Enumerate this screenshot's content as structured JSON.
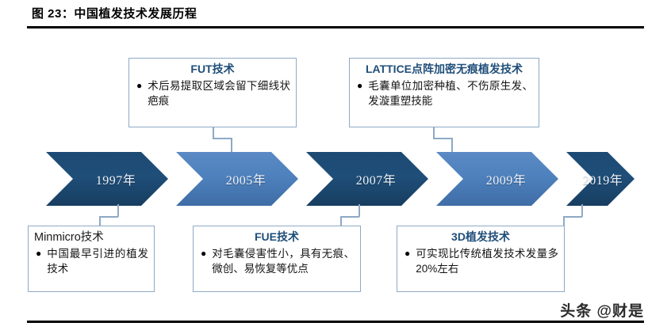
{
  "figure": {
    "title": "图 23：中国植发技术发展历程",
    "watermark": "头条 @财是"
  },
  "colors": {
    "chevron_dark": "#1F4E79",
    "chevron_light": "#4E81BD",
    "box_border": "#8EA9C6",
    "heading_blue": "#1F4E79",
    "rule_black": "#000000"
  },
  "timeline": {
    "steps": [
      {
        "year": "1997年",
        "tone": "dark"
      },
      {
        "year": "2005年",
        "tone": "light"
      },
      {
        "year": "2007年",
        "tone": "dark"
      },
      {
        "year": "2009年",
        "tone": "light"
      },
      {
        "year": "2019年",
        "tone": "dark"
      }
    ]
  },
  "callouts": {
    "fut": {
      "title": "FUT技术",
      "bullet": "●",
      "text": "术后易提取区域会留下细线状疤痕"
    },
    "lattice": {
      "title": "LATTICE点阵加密无痕植发技术",
      "bullet": "●",
      "text": "毛囊单位加密种植、不伤原生发、发漩重塑技能"
    },
    "minmicro": {
      "title": "Minmicro技术",
      "bullet": "●",
      "text": "中国最早引进的植发技术"
    },
    "fue": {
      "title": "FUE技术",
      "bullet": "●",
      "text": "对毛囊侵害性小，具有无痕、微创、易恢复等优点"
    },
    "threed": {
      "title": "3D植发技术",
      "bullet": "●",
      "text": "可实现比传统植发技术发量多20%左右"
    }
  }
}
